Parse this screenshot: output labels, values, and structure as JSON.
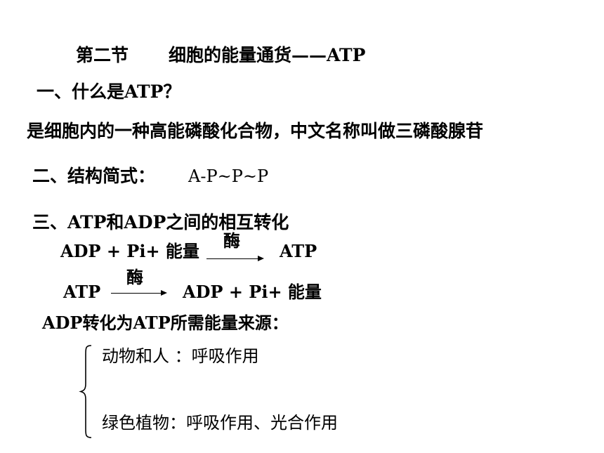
{
  "title": {
    "section": "第二节",
    "name": "细胞的能量通货——ATP"
  },
  "q1": {
    "heading": "一、什么是ATP？",
    "answer": "是细胞内的一种高能磷酸化合物，中文名称叫做三磷酸腺苷"
  },
  "q2": {
    "heading": "二、结构简式：",
    "formula": "A-P~P~P"
  },
  "q3": {
    "heading": "三、ATP和ADP之间的相互转化",
    "reaction1": {
      "left": "ADP + Pi+ 能量",
      "enzyme": "酶",
      "right": "ATP"
    },
    "reaction2": {
      "left": "ATP",
      "enzyme": "酶",
      "right": "ADP  +  Pi+  能量"
    }
  },
  "energy_source": {
    "heading": "ADP转化为ATP所需能量来源：",
    "items": [
      "动物和人   ：呼吸作用",
      "绿色植物：呼吸作用、光合作用"
    ]
  }
}
